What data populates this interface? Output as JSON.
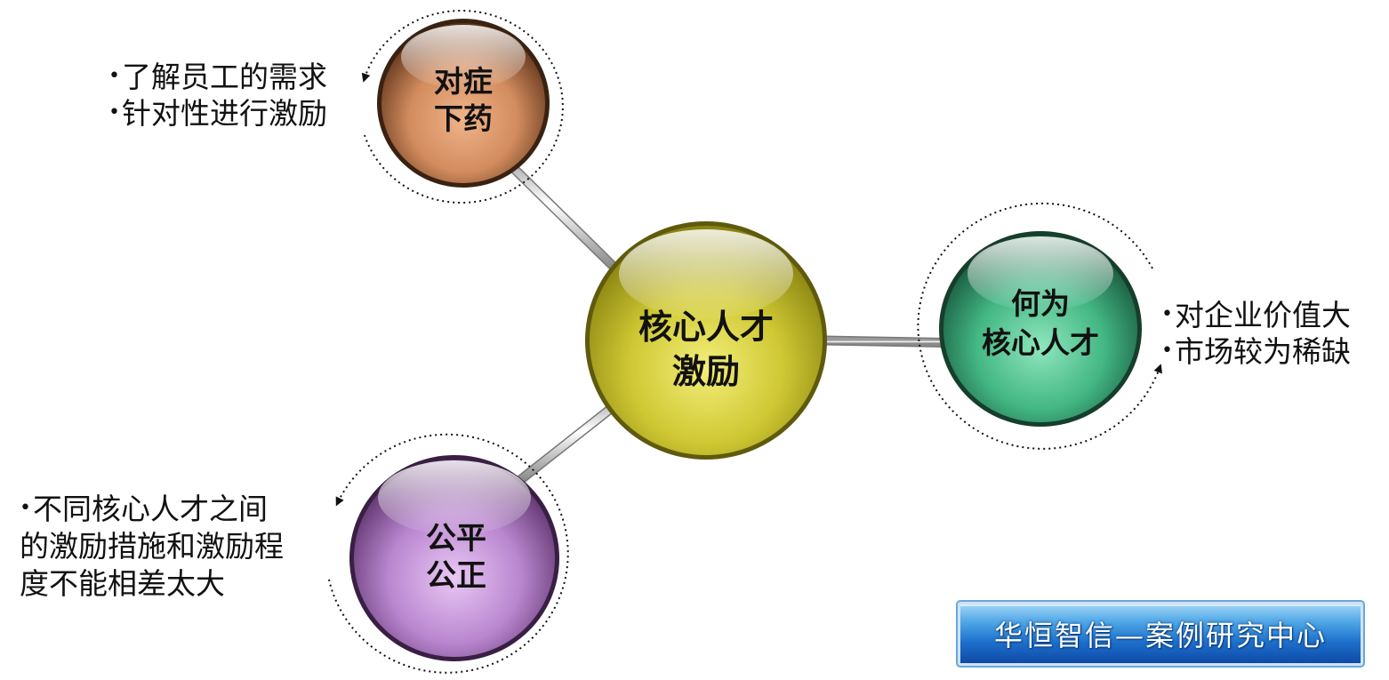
{
  "center": {
    "line1": "核心人才",
    "line2": "激励",
    "color": "#c8c22e"
  },
  "nodes": {
    "top_left": {
      "line1": "对症",
      "line2": "下药",
      "color": "#c98558"
    },
    "right": {
      "line1": "何为",
      "line2": "核心人才",
      "color": "#3fb27f"
    },
    "bottom_left": {
      "line1": "公平",
      "line2": "公正",
      "color": "#b07cc4"
    }
  },
  "bullet_groups": {
    "top_left": [
      "了解员工的需求",
      "针对性进行激励"
    ],
    "right": [
      "对企业价值大",
      "市场较为稀缺"
    ],
    "bottom_left": [
      "不同核心人才之间",
      "的激励措施和激励程",
      "度不能相差太大"
    ]
  },
  "bullet_symbol": "•",
  "badge": {
    "text": "华恒智信—案例研究中心"
  }
}
